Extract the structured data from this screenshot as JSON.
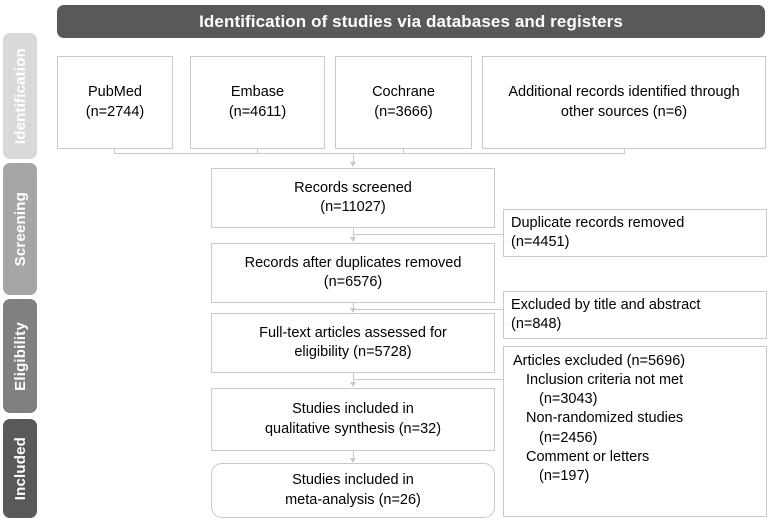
{
  "banner": {
    "title": "Identification of studies via databases and registers"
  },
  "stages": [
    {
      "name": "identification",
      "label": "Identification",
      "color": "#d9d9d9"
    },
    {
      "name": "screening",
      "label": "Screening",
      "color": "#a6a6a6"
    },
    {
      "name": "eligibility",
      "label": "Eligibility",
      "color": "#808080"
    },
    {
      "name": "included",
      "label": "Included",
      "color": "#595959"
    }
  ],
  "sources": [
    {
      "name": "pubmed",
      "line1": "PubMed",
      "line2": "(n=2744)"
    },
    {
      "name": "embase",
      "line1": "Embase",
      "line2": "(n=4611)"
    },
    {
      "name": "cochrane",
      "line1": "Cochrane",
      "line2": "(n=3666)"
    },
    {
      "name": "additional",
      "line1": "Additional records identified through",
      "line2": "other sources (n=6)"
    }
  ],
  "flow": {
    "records_screened": {
      "line1": "Records screened",
      "line2": "(n=11027)"
    },
    "duplicates_removed": {
      "line1": "Records after duplicates removed",
      "line2": "(n=6576)"
    },
    "full_text": {
      "line1": "Full-text articles assessed for",
      "line2": "eligibility (n=5728)"
    },
    "qualitative": {
      "line1": "Studies included in",
      "line2": "qualitative synthesis (n=32)"
    },
    "meta_analysis": {
      "line1": "Studies included in",
      "line2": "meta-analysis (n=26)"
    }
  },
  "exclusions": {
    "duplicate_records": {
      "line1": "Duplicate records removed",
      "line2": "(n=4451)"
    },
    "title_abstract": {
      "line1": "Excluded by title and abstract",
      "line2": "(n=848)"
    },
    "articles_excluded": {
      "items": [
        {
          "text": "Articles excluded (n=5696)",
          "level": 0
        },
        {
          "text": "Inclusion criteria not met",
          "level": 1
        },
        {
          "text": "(n=3043)",
          "level": 2
        },
        {
          "text": "Non-randomized studies",
          "level": 1
        },
        {
          "text": "(n=2456)",
          "level": 2
        },
        {
          "text": "Comment or letters",
          "level": 1
        },
        {
          "text": "(n=197)",
          "level": 2
        }
      ]
    }
  },
  "chart_data": {
    "type": "diagram",
    "title": "Identification of studies via databases and registers",
    "nodes": [
      {
        "id": "pubmed",
        "label": "PubMed",
        "n": 2744,
        "stage": "Identification"
      },
      {
        "id": "embase",
        "label": "Embase",
        "n": 4611,
        "stage": "Identification"
      },
      {
        "id": "cochrane",
        "label": "Cochrane",
        "n": 3666,
        "stage": "Identification"
      },
      {
        "id": "additional",
        "label": "Additional records identified through other sources",
        "n": 6,
        "stage": "Identification"
      },
      {
        "id": "screened",
        "label": "Records screened",
        "n": 11027,
        "stage": "Screening"
      },
      {
        "id": "dup_removed_box",
        "label": "Records after duplicates removed",
        "n": 6576,
        "stage": "Screening"
      },
      {
        "id": "fulltext",
        "label": "Full-text articles assessed for eligibility",
        "n": 5728,
        "stage": "Eligibility"
      },
      {
        "id": "qualitative",
        "label": "Studies included in qualitative synthesis",
        "n": 32,
        "stage": "Included"
      },
      {
        "id": "meta",
        "label": "Studies included in meta-analysis",
        "n": 26,
        "stage": "Included"
      },
      {
        "id": "dup_removed",
        "label": "Duplicate records removed",
        "n": 4451,
        "stage": "Screening"
      },
      {
        "id": "title_abs",
        "label": "Excluded by title and abstract",
        "n": 848,
        "stage": "Screening"
      },
      {
        "id": "excluded",
        "label": "Articles excluded",
        "n": 5696,
        "stage": "Eligibility"
      },
      {
        "id": "excl_inclusion",
        "label": "Inclusion criteria not met",
        "n": 3043,
        "stage": "Eligibility"
      },
      {
        "id": "excl_nonrand",
        "label": "Non-randomized studies",
        "n": 2456,
        "stage": "Eligibility"
      },
      {
        "id": "excl_comment",
        "label": "Comment or letters",
        "n": 197,
        "stage": "Eligibility"
      }
    ]
  }
}
